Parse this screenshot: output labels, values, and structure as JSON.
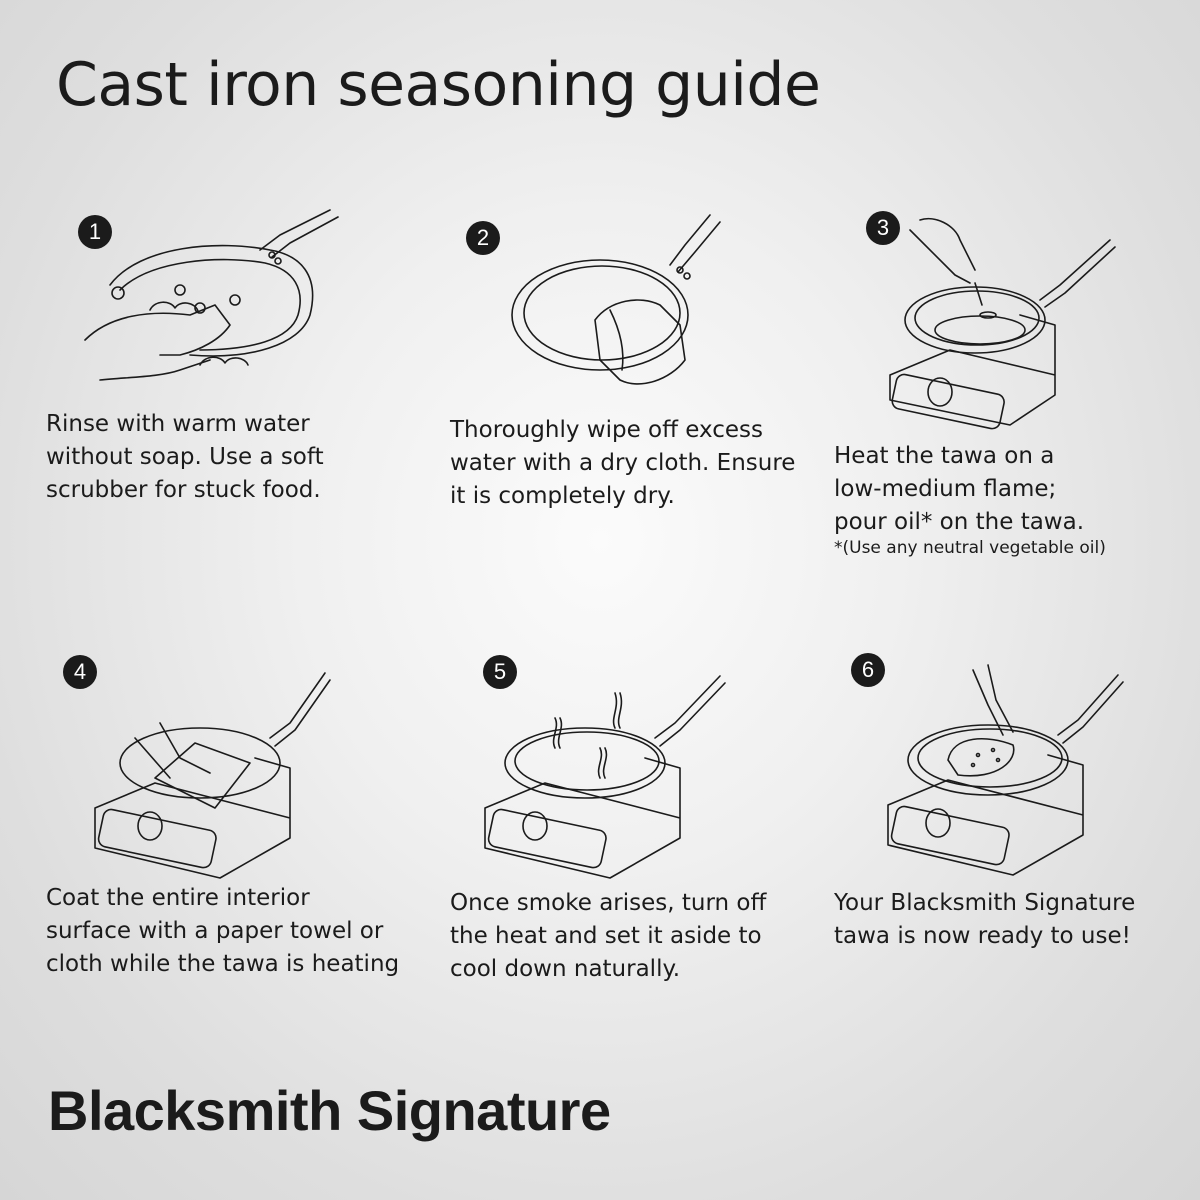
{
  "header": {
    "title": "Cast iron seasoning guide"
  },
  "steps": [
    {
      "number": "1",
      "illustration": "hand-scrubbing-pan-icon",
      "caption": "Rinse with warm water\nwithout soap. Use a soft\nscrubber for stuck food."
    },
    {
      "number": "2",
      "illustration": "cloth-wiping-pan-icon",
      "caption": "Thoroughly wipe off excess\nwater with a dry cloth. Ensure\nit is completely dry."
    },
    {
      "number": "3",
      "illustration": "pouring-oil-on-stove-icon",
      "caption": "Heat the tawa on a\nlow-medium flame;\npour oil* on the tawa.",
      "note": "*(Use any neutral vegetable oil)"
    },
    {
      "number": "4",
      "illustration": "coating-pan-with-towel-icon",
      "caption": "Coat the entire interior\nsurface with a paper towel or\ncloth while the tawa is heating"
    },
    {
      "number": "5",
      "illustration": "smoking-pan-on-stove-icon",
      "caption": "Once smoke arises, turn off\nthe heat and set it aside to\ncool down naturally."
    },
    {
      "number": "6",
      "illustration": "cooking-on-pan-icon",
      "caption": "Your Blacksmith Signature\ntawa is now ready to use!"
    }
  ],
  "footer": {
    "brand": "Blacksmith Signature"
  }
}
